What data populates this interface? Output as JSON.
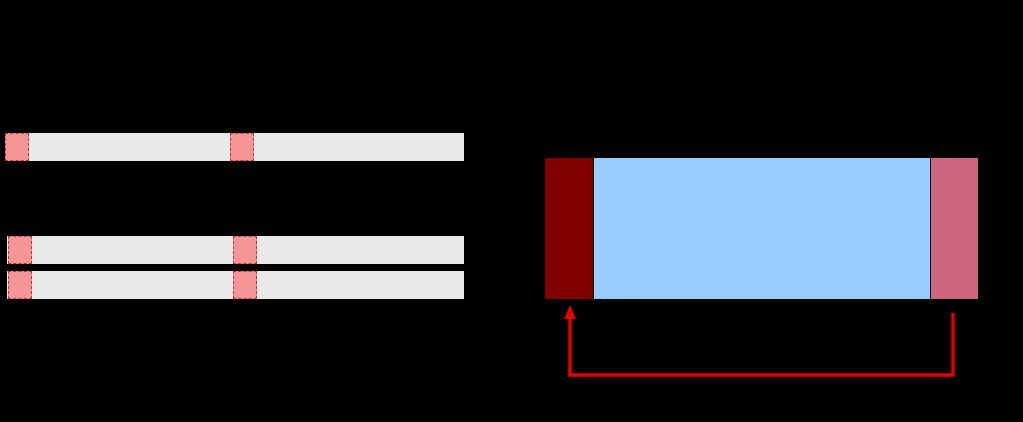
{
  "colors": {
    "background": "#000000",
    "bar_fill": "#e9e9e9",
    "marker_fill": "#f59595",
    "marker_border": "#b23a3a",
    "block_left": "#800000",
    "block_middle": "#99ccff",
    "block_right": "#cc6680",
    "arrow": "#e00000"
  },
  "left_panel": {
    "top_group_rows": 1,
    "bottom_group_rows": 2,
    "markers_per_row": 2
  },
  "right_panel": {
    "segments": [
      "left",
      "middle",
      "right"
    ],
    "arrow": {
      "from": "right",
      "to": "left"
    }
  }
}
